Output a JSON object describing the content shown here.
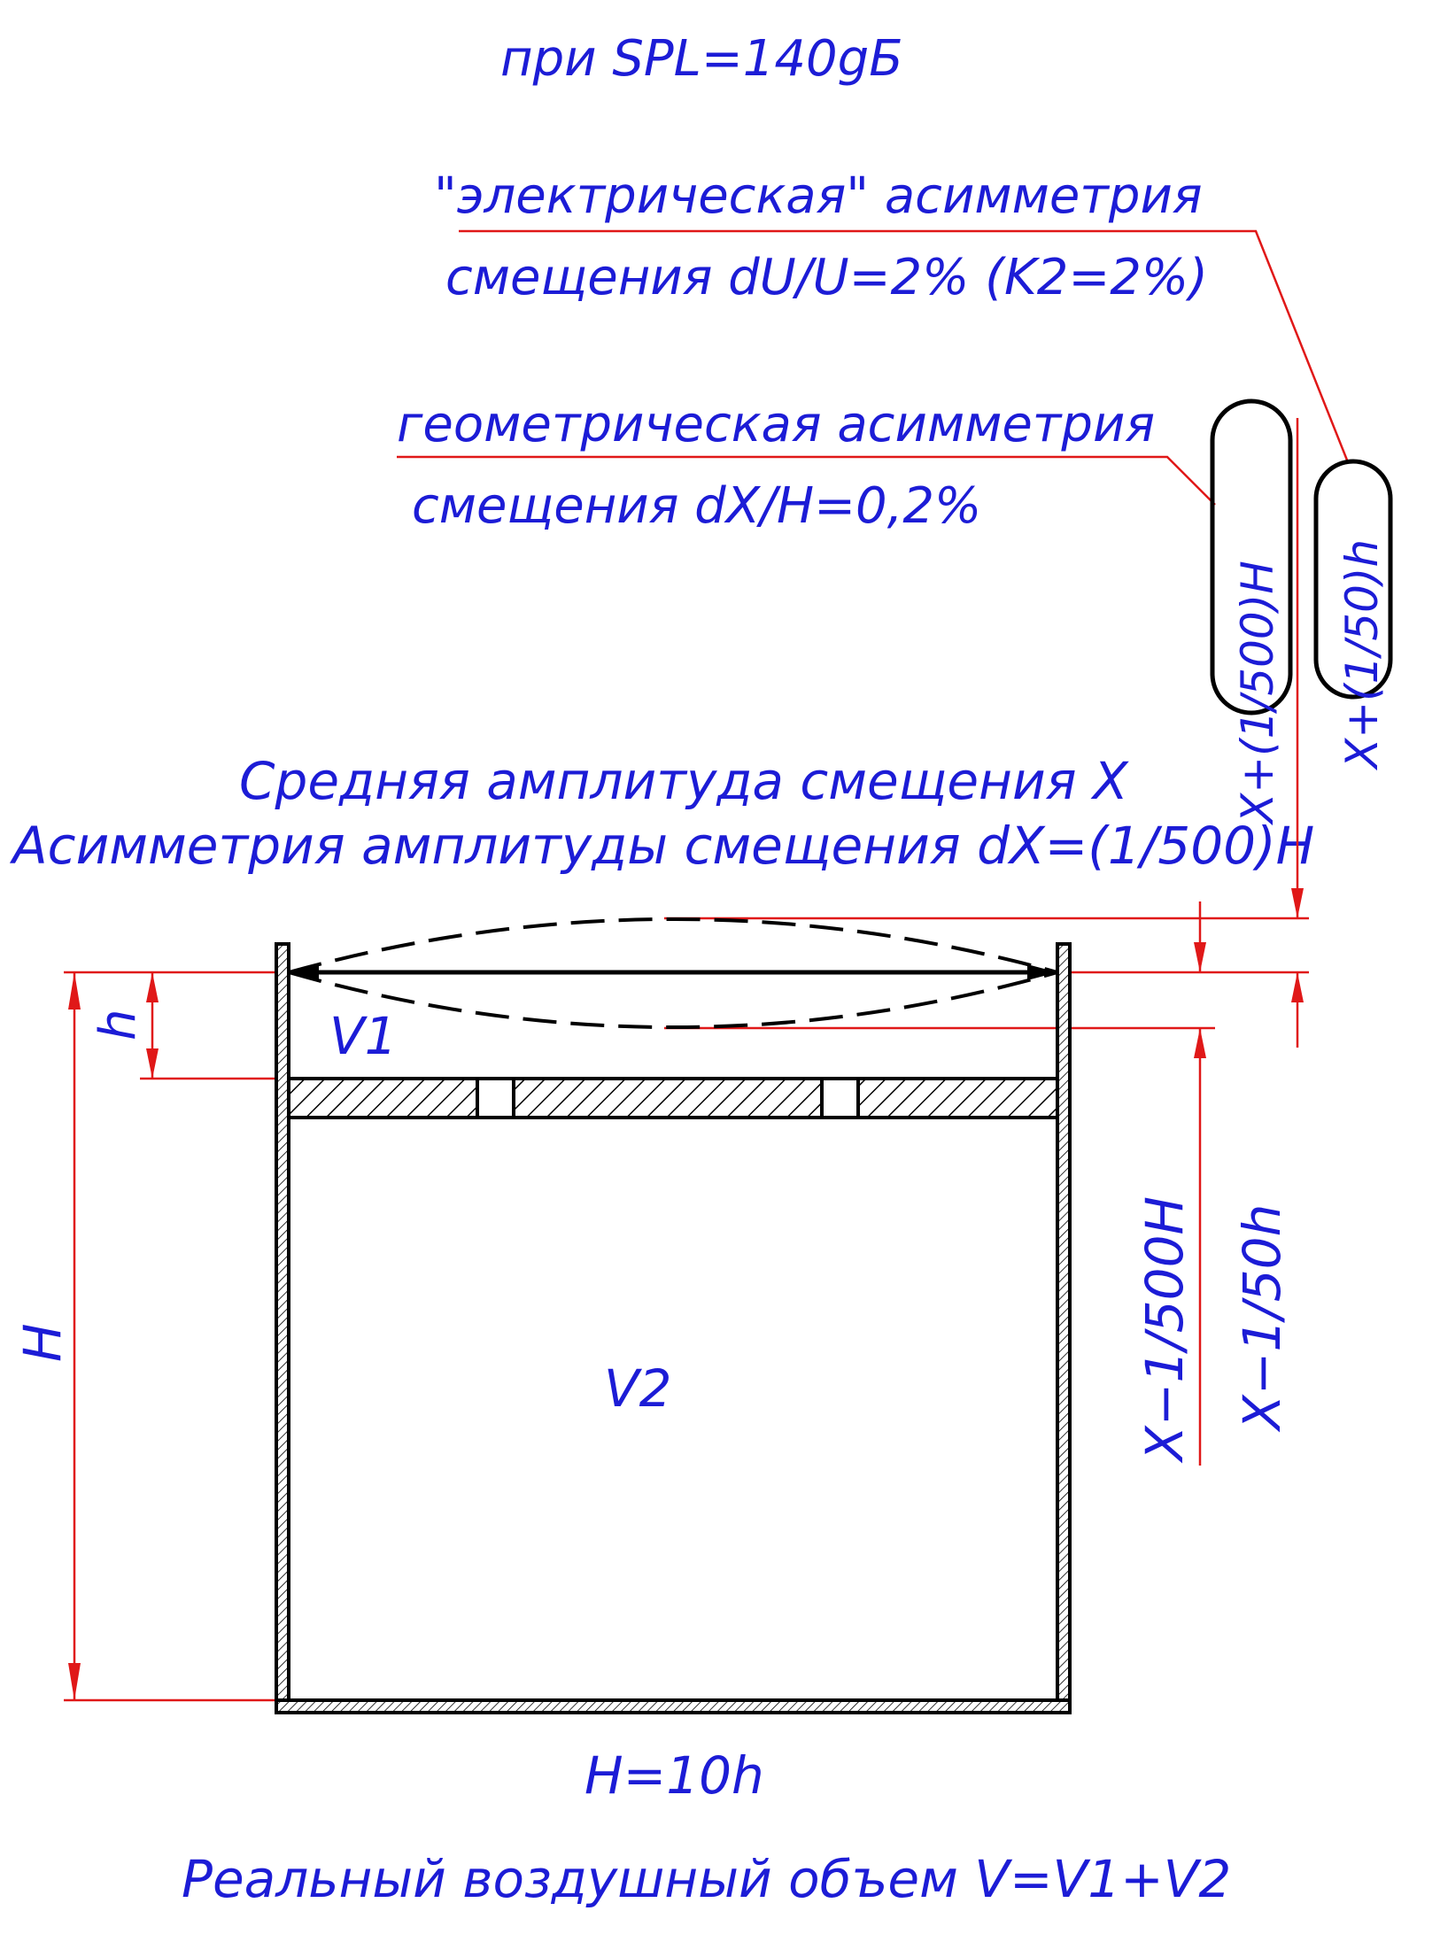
{
  "colors": {
    "annotation_text": "#1c1cd6",
    "dimension_lines": "#e01818",
    "outline": "#000000"
  },
  "texts": {
    "spl": "при SPL=140gБ",
    "electric_line1": "\"электрическая\" асимметрия",
    "electric_line2": "смещения dU/U=2% (K2=2%)",
    "geometric_line1": "геометрическая асимметрия",
    "geometric_line2": "смещения dX/H=0,2%",
    "mean_amplitude": "Средняя амплитуда смещения X",
    "amplitude_asymmetry": "Асимметрия амплитуды смещения dX=(1/500)H",
    "x_plus_H": "X+(1/500)H",
    "x_plus_h": "X+(1/50)h",
    "x_minus_H": "X−1/500H",
    "x_minus_h": "X−1/50h",
    "h_label": "h",
    "H_label": "H",
    "v1_label": "V1",
    "v2_label": "V2",
    "h_ratio": "H=10h",
    "real_volume": "Реальный воздушный объем V=V1+V2"
  }
}
